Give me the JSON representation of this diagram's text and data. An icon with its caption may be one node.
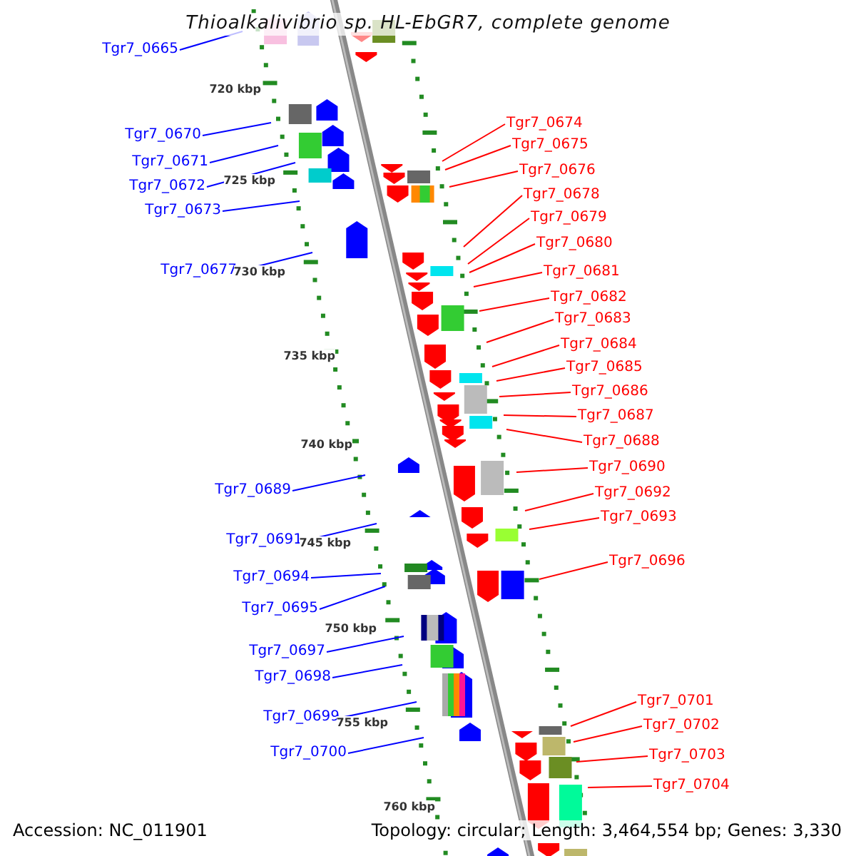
{
  "diagram": {
    "title": "Thioalkalivibrio sp. HL-EbGR7, complete genome",
    "nodes": [
      {
        "text": [
          "Tgr7_0665"
        ]
      },
      {
        "text": [
          "Tgr7_0670"
        ]
      },
      {
        "text": [
          "Tgr7_0671"
        ]
      },
      {
        "text": [
          "Tgr7_0672"
        ]
      },
      {
        "text": [
          "Tgr7_0673"
        ]
      },
      {
        "text": [
          "Tgr7_0677"
        ]
      },
      {
        "text": [
          "Tgr7_0689"
        ]
      },
      {
        "text": [
          "Tgr7_0691"
        ]
      },
      {
        "text": [
          "Tgr7_0694"
        ]
      },
      {
        "text": [
          "Tgr7_0695"
        ]
      },
      {
        "text": [
          "Tgr7_0697"
        ]
      },
      {
        "text": [
          "Tgr7_0698"
        ]
      },
      {
        "text": [
          "Tgr7_0699"
        ]
      },
      {
        "text": [
          "Tgr7_0700"
        ]
      },
      {
        "text": [
          "Tgr7_0674"
        ]
      },
      {
        "text": [
          "Tgr7_0675"
        ]
      },
      {
        "text": [
          "Tgr7_0676"
        ]
      },
      {
        "text": [
          "Tgr7_0678"
        ]
      },
      {
        "text": [
          "Tgr7_0679"
        ]
      },
      {
        "text": [
          "Tgr7_0680"
        ]
      },
      {
        "text": [
          "Tgr7_0681"
        ]
      },
      {
        "text": [
          "Tgr7_0682"
        ]
      },
      {
        "text": [
          "Tgr7_0683"
        ]
      },
      {
        "text": [
          "Tgr7_0684"
        ]
      },
      {
        "text": [
          "Tgr7_0685"
        ]
      },
      {
        "text": [
          "Tgr7_0686"
        ]
      },
      {
        "text": [
          "Tgr7_0687"
        ]
      },
      {
        "text": [
          "Tgr7_0688"
        ]
      },
      {
        "text": [
          "Tgr7_0690"
        ]
      },
      {
        "text": [
          "Tgr7_0692"
        ]
      },
      {
        "text": [
          "Tgr7_0693"
        ]
      },
      {
        "text": [
          "Tgr7_0696"
        ]
      },
      {
        "text": [
          "Tgr7_0701"
        ]
      },
      {
        "text": [
          "Tgr7_0702"
        ]
      },
      {
        "text": [
          "Tgr7_0703"
        ]
      },
      {
        "text": [
          "Tgr7_0704"
        ]
      }
    ],
    "edges": [
      {
        "from": 0,
        "to": null,
        "arrow": "none",
        "color": "#0000ff"
      },
      {
        "from": 1,
        "to": null,
        "arrow": "none",
        "color": "#0000ff"
      },
      {
        "from": 2,
        "to": null,
        "arrow": "none",
        "color": "#0000ff"
      },
      {
        "from": 3,
        "to": null,
        "arrow": "none",
        "color": "#0000ff"
      },
      {
        "from": 4,
        "to": null,
        "arrow": "none",
        "color": "#0000ff"
      },
      {
        "from": 5,
        "to": null,
        "arrow": "none",
        "color": "#0000ff"
      },
      {
        "from": 6,
        "to": null,
        "arrow": "none",
        "color": "#0000ff"
      },
      {
        "from": 7,
        "to": null,
        "arrow": "none",
        "color": "#0000ff"
      },
      {
        "from": 8,
        "to": null,
        "arrow": "none",
        "color": "#0000ff"
      },
      {
        "from": 9,
        "to": null,
        "arrow": "none",
        "color": "#0000ff"
      },
      {
        "from": 10,
        "to": null,
        "arrow": "none",
        "color": "#0000ff"
      },
      {
        "from": 11,
        "to": null,
        "arrow": "none",
        "color": "#0000ff"
      },
      {
        "from": 12,
        "to": null,
        "arrow": "none",
        "color": "#0000ff"
      },
      {
        "from": 13,
        "to": null,
        "arrow": "none",
        "color": "#0000ff"
      },
      {
        "from": 14,
        "to": null,
        "arrow": "none"
      },
      {
        "from": 15,
        "to": null,
        "arrow": "none"
      },
      {
        "from": 16,
        "to": null,
        "arrow": "none"
      },
      {
        "from": 17,
        "to": null,
        "arrow": "none"
      },
      {
        "from": 18,
        "to": null,
        "arrow": "none"
      },
      {
        "from": 19,
        "to": null,
        "arrow": "none"
      },
      {
        "from": 20,
        "to": null,
        "arrow": "none"
      },
      {
        "from": 21,
        "to": null,
        "arrow": "none"
      },
      {
        "from": 22,
        "to": null,
        "arrow": "none"
      },
      {
        "from": 23,
        "to": null,
        "arrow": "none"
      },
      {
        "from": 24,
        "to": null,
        "arrow": "none"
      },
      {
        "from": 25,
        "to": null,
        "arrow": "none"
      },
      {
        "from": 26,
        "to": null,
        "arrow": "none"
      },
      {
        "from": 27,
        "to": null,
        "arrow": "none"
      },
      {
        "from": 28,
        "to": null,
        "arrow": "none"
      },
      {
        "from": 29,
        "to": null,
        "arrow": "none"
      },
      {
        "from": 30,
        "to": null,
        "arrow": "none"
      },
      {
        "from": 31,
        "to": null,
        "arrow": "none"
      },
      {
        "from": 32,
        "to": null,
        "arrow": "none"
      },
      {
        "from": 33,
        "to": null,
        "arrow": "none"
      },
      {
        "from": 34,
        "to": null,
        "arrow": "none"
      },
      {
        "from": 35,
        "to": null,
        "arrow": "none"
      }
    ],
    "labels": [
      "720 kbp",
      "725 kbp",
      "730 kbp",
      "735 kbp",
      "740 kbp",
      "745 kbp",
      "750 kbp",
      "755 kbp",
      "760 kbp",
      "Accession: NC_011901",
      "Topology: circular; Length: 3,464,554 bp; Genes: 3,330"
    ]
  }
}
